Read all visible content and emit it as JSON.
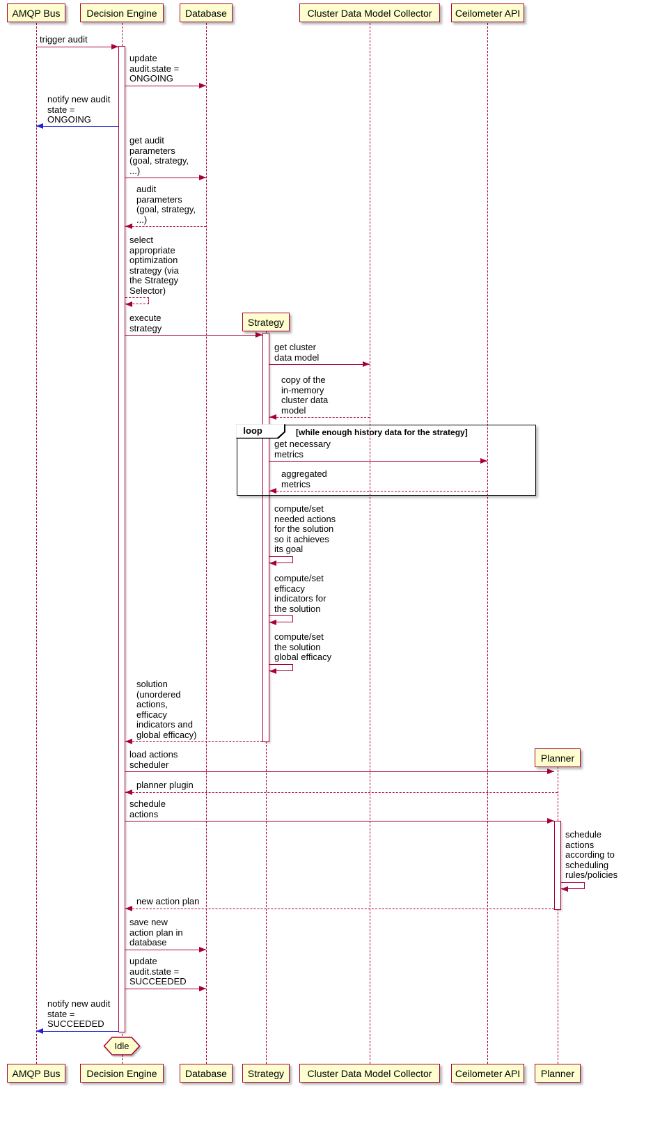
{
  "diagram": {
    "type": "plantuml-sequence",
    "top_row": [
      "AMQP Bus",
      "Decision Engine",
      "Database",
      "Cluster Data Model Collector",
      "Ceilometer API"
    ],
    "created": {
      "strategy": "Strategy",
      "planner": "Planner"
    },
    "participants": [
      "AMQP Bus",
      "Decision Engine",
      "Database",
      "Strategy",
      "Cluster Data Model Collector",
      "Ceilometer API",
      "Planner"
    ],
    "loop_frame": {
      "keyword": "loop",
      "condition": "[while enough history data for the strategy]"
    },
    "end_hexagon": "Idle",
    "messages": [
      {
        "from": "AMQP Bus",
        "to": "Decision Engine",
        "type": "solid",
        "label": "trigger audit"
      },
      {
        "from": "Decision Engine",
        "to": "Database",
        "type": "solid",
        "label": "update\naudit.state =\nONGOING"
      },
      {
        "from": "Decision Engine",
        "to": "AMQP Bus",
        "type": "solid-blue",
        "label": "notify new audit\nstate =\nONGOING"
      },
      {
        "from": "Decision Engine",
        "to": "Database",
        "type": "solid",
        "label": "get audit\nparameters\n(goal, strategy,\n...)"
      },
      {
        "from": "Database",
        "to": "Decision Engine",
        "type": "return",
        "label": "audit\nparameters\n(goal, strategy,\n...)"
      },
      {
        "from": "Decision Engine",
        "to": "Decision Engine",
        "type": "self-return",
        "label": "select\nappropriate\noptimization\nstrategy (via\nthe Strategy\nSelector)"
      },
      {
        "from": "Decision Engine",
        "to": "Strategy",
        "type": "solid-create",
        "label": "execute\nstrategy"
      },
      {
        "from": "Strategy",
        "to": "Cluster Data Model Collector",
        "type": "solid",
        "label": "get cluster\ndata model"
      },
      {
        "from": "Cluster Data Model Collector",
        "to": "Strategy",
        "type": "return",
        "label": "copy of the\nin-memory\ncluster data\nmodel"
      },
      {
        "from": "Strategy",
        "to": "Ceilometer API",
        "type": "solid",
        "label": "get necessary\nmetrics"
      },
      {
        "from": "Ceilometer API",
        "to": "Strategy",
        "type": "return",
        "label": "aggregated\nmetrics"
      },
      {
        "from": "Strategy",
        "to": "Strategy",
        "type": "self",
        "label": "compute/set\nneeded actions\nfor the solution\nso it achieves\nits goal"
      },
      {
        "from": "Strategy",
        "to": "Strategy",
        "type": "self",
        "label": "compute/set\nefficacy\nindicators for\nthe solution"
      },
      {
        "from": "Strategy",
        "to": "Strategy",
        "type": "self",
        "label": "compute/set\nthe solution\nglobal efficacy"
      },
      {
        "from": "Strategy",
        "to": "Decision Engine",
        "type": "return",
        "label": "solution\n(unordered\nactions,\nefficacy\nindicators and\nglobal efficacy)"
      },
      {
        "from": "Decision Engine",
        "to": "Planner",
        "type": "solid-create",
        "label": "load actions\nscheduler"
      },
      {
        "from": "Planner",
        "to": "Decision Engine",
        "type": "return",
        "label": "planner plugin"
      },
      {
        "from": "Decision Engine",
        "to": "Planner",
        "type": "solid",
        "label": "schedule\nactions"
      },
      {
        "from": "Planner",
        "to": "Planner",
        "type": "self",
        "label": "schedule\nactions\naccording to\nscheduling\nrules/policies"
      },
      {
        "from": "Planner",
        "to": "Decision Engine",
        "type": "return",
        "label": "new action plan"
      },
      {
        "from": "Decision Engine",
        "to": "Database",
        "type": "solid",
        "label": "save new\naction plan in\ndatabase"
      },
      {
        "from": "Decision Engine",
        "to": "Database",
        "type": "solid",
        "label": "update\naudit.state =\nSUCCEEDED"
      },
      {
        "from": "Decision Engine",
        "to": "AMQP Bus",
        "type": "solid-blue",
        "label": "notify new audit\nstate =\nSUCCEEDED"
      }
    ]
  },
  "colors": {
    "participant_fill": "#FEFECE",
    "participant_border": "#A80036",
    "lifeline": "#A80036",
    "arrow": "#A80036",
    "notify_arrow": "#2020D0",
    "frame_border": "#000000"
  }
}
